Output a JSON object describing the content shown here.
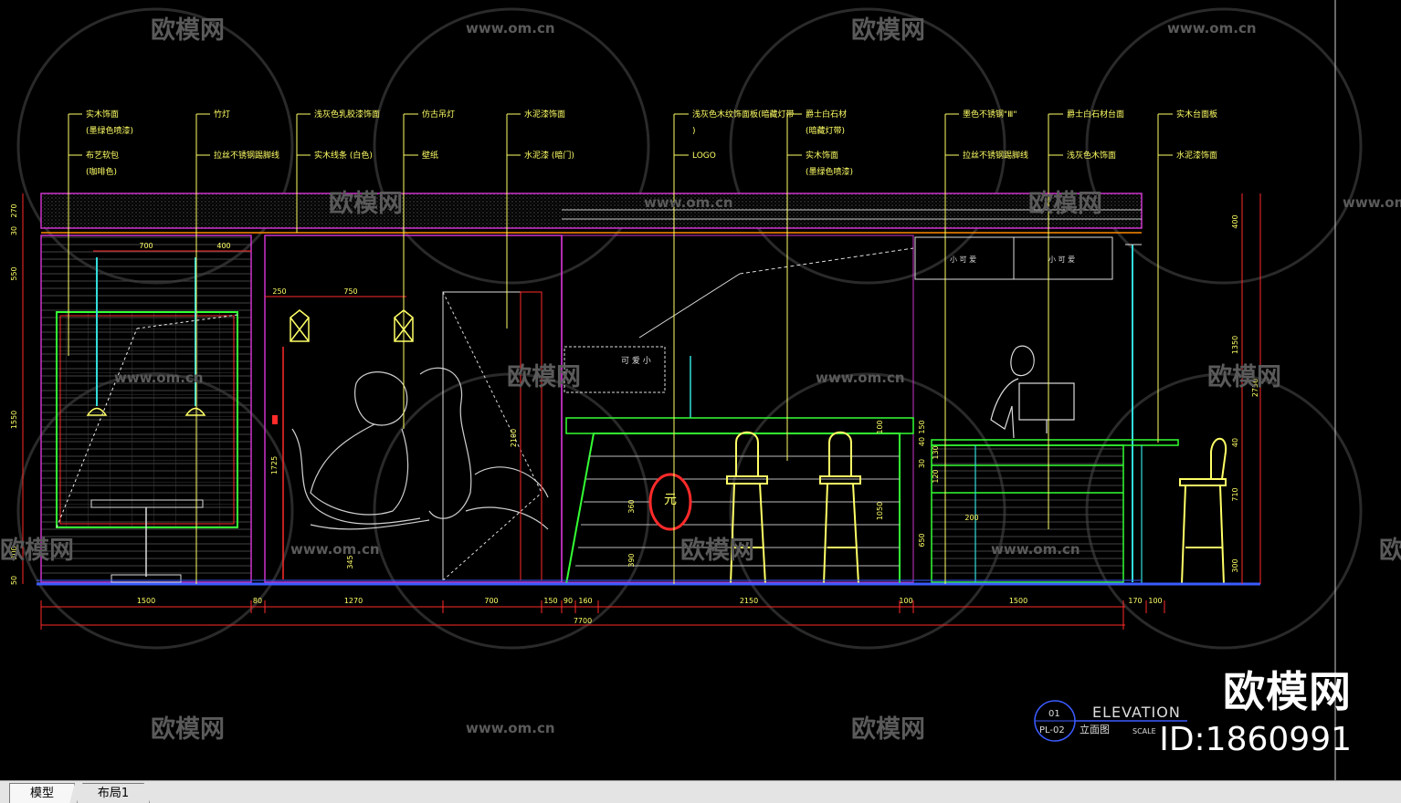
{
  "app": {
    "tabs": [
      {
        "label": "模型",
        "active": true
      },
      {
        "label": "布局1",
        "active": false
      }
    ]
  },
  "watermark": {
    "brand": "欧模网",
    "url": "www.om.cn",
    "id_label": "ID:1860991"
  },
  "drawing": {
    "title_block": {
      "number": "01",
      "sheet": "PL-02",
      "title": "ELEVATION",
      "subtitle": "立面图",
      "scale_label": "SCALE"
    },
    "callouts": [
      {
        "label": "实木饰面",
        "sub": "(墨绿色喷漆)"
      },
      {
        "label": "布艺软包",
        "sub": "(咖啡色)"
      },
      {
        "label": "竹灯"
      },
      {
        "label": "拉丝不锈钢踢脚线"
      },
      {
        "label": "浅灰色乳胶漆饰面"
      },
      {
        "label": "实木线条 (白色)"
      },
      {
        "label": "仿古吊灯"
      },
      {
        "label": "壁纸"
      },
      {
        "label": "水泥漆饰面"
      },
      {
        "label": "水泥漆 (暗门)"
      },
      {
        "label": "浅灰色木纹饰面板(暗藏灯带"
      },
      {
        "label": ")"
      },
      {
        "label": "LOGO"
      },
      {
        "label": "爵士白石材"
      },
      {
        "label": "(暗藏灯带)"
      },
      {
        "label": "实木饰面"
      },
      {
        "label": "(墨绿色喷漆)"
      },
      {
        "label": "墨色不锈钢\"Ⅲ\""
      },
      {
        "label": "拉丝不锈钢踢脚线"
      },
      {
        "label": "爵士白石材台面"
      },
      {
        "label": "浅灰色木饰面"
      },
      {
        "label": "实木台面板"
      },
      {
        "label": "水泥漆饰面"
      }
    ],
    "dims_bottom": [
      "1500",
      "80",
      "1270",
      "700",
      "150",
      "90",
      "160",
      "2150",
      "100",
      "1500",
      "170",
      "100"
    ],
    "dim_total": "7700",
    "dims_left": [
      "270",
      "30",
      "550",
      "1550",
      "300",
      "50"
    ],
    "dims_right_outer": "2750",
    "dims_right_inner": [
      "400",
      "1350",
      "40",
      "710",
      "300"
    ],
    "dims_interior": [
      "700",
      "400",
      "250",
      "750",
      "1725",
      "2100",
      "345",
      "360",
      "390",
      "100",
      "1050",
      "150",
      "40",
      "130",
      "120",
      "30",
      "650",
      "200"
    ],
    "sign_text": "可 爱 小",
    "shelf_labels": [
      "小 可 爱",
      "小 可 爱"
    ],
    "logo_text": "元",
    "colors": {
      "background": "#000000",
      "dim": "#ff2a2a",
      "callout": "#ffff66",
      "frame": "#cc33cc",
      "green": "#33ff33",
      "cyan": "#33dddd",
      "white": "#e0e0e0",
      "blue": "#3b5bff"
    }
  }
}
